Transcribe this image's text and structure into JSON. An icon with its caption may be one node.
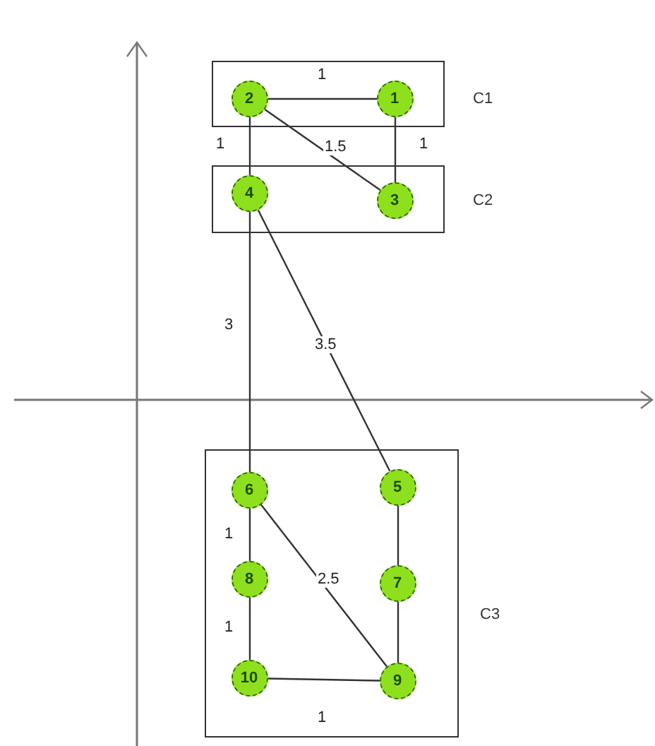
{
  "diagram": {
    "nodes": [
      {
        "text": [],
        "shape": "box",
        "beside": [
          "C1"
        ]
      },
      {
        "text": [
          "2"
        ],
        "in": 0
      },
      {
        "text": [
          "1"
        ],
        "in": 0
      },
      {
        "text": [],
        "shape": "box",
        "beside": [
          "C2"
        ]
      },
      {
        "text": [
          "4"
        ],
        "in": 3
      },
      {
        "text": [
          "3"
        ],
        "in": 3
      },
      {
        "text": [],
        "shape": "box",
        "beside": [
          "C3"
        ]
      },
      {
        "text": [
          "6"
        ],
        "in": 6
      },
      {
        "text": [
          "5"
        ],
        "in": 6
      },
      {
        "text": [
          "8"
        ],
        "in": 6
      },
      {
        "text": [
          "7"
        ],
        "in": 6
      },
      {
        "text": [
          "10"
        ],
        "in": 6
      },
      {
        "text": [
          "9"
        ],
        "in": 6
      }
    ],
    "edges": [
      {
        "from": 1,
        "to": 2,
        "arrow": "none",
        "label": "1"
      },
      {
        "from": 1,
        "to": 4,
        "arrow": "none",
        "label": "1"
      },
      {
        "from": 2,
        "to": 5,
        "arrow": "none",
        "label": "1"
      },
      {
        "from": 1,
        "to": 5,
        "arrow": "none",
        "label": "1.5"
      },
      {
        "from": 4,
        "to": 7,
        "arrow": "none",
        "label": "3"
      },
      {
        "from": 4,
        "to": 8,
        "arrow": "none",
        "label": "3.5"
      },
      {
        "from": 7,
        "to": 9,
        "arrow": "none",
        "label": "1"
      },
      {
        "from": 9,
        "to": 11,
        "arrow": "none",
        "label": "1"
      },
      {
        "from": 11,
        "to": 12,
        "arrow": "none",
        "label": "1"
      },
      {
        "from": 7,
        "to": 12,
        "arrow": "none",
        "label": "2.5"
      },
      {
        "from": 8,
        "to": 10,
        "arrow": "none"
      },
      {
        "from": 10,
        "to": 12,
        "arrow": "none"
      }
    ]
  }
}
